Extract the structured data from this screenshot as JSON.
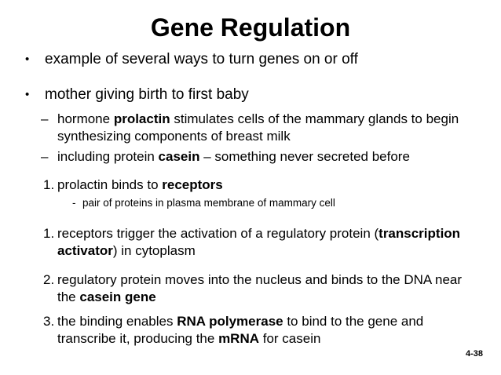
{
  "slide": {
    "title": "Gene Regulation",
    "page_number": "4-38",
    "background_color": "#ffffff",
    "text_color": "#000000"
  },
  "content": [
    {
      "kind": "bullet",
      "marker": "•",
      "segments": [
        {
          "t": "example of several ways to turn genes on or off"
        }
      ]
    },
    {
      "kind": "bullet",
      "marker": "•",
      "segments": [
        {
          "t": "mother giving birth to first baby"
        }
      ]
    },
    {
      "kind": "dash",
      "marker": "–",
      "segments": [
        {
          "t": "hormone "
        },
        {
          "t": "prolactin",
          "b": true
        },
        {
          "t": " stimulates cells of the mammary glands to begin synthesizing components of breast milk"
        }
      ]
    },
    {
      "kind": "dash",
      "marker": "–",
      "segments": [
        {
          "t": "including protein "
        },
        {
          "t": "casein",
          "b": true
        },
        {
          "t": " – something never secreted before"
        }
      ]
    },
    {
      "kind": "numbered",
      "marker": "1.",
      "segments": [
        {
          "t": "prolactin binds to "
        },
        {
          "t": "receptors",
          "b": true
        }
      ]
    },
    {
      "kind": "note",
      "marker": "-",
      "segments": [
        {
          "t": "pair of proteins in plasma membrane of mammary cell"
        }
      ]
    },
    {
      "kind": "numbered",
      "marker": "1.",
      "segments": [
        {
          "t": "receptors trigger the activation of a regulatory protein ("
        },
        {
          "t": "transcription activator",
          "b": true
        },
        {
          "t": ") in cytoplasm"
        }
      ]
    },
    {
      "kind": "numbered",
      "marker": "2.",
      "segments": [
        {
          "t": "regulatory protein moves into the nucleus and binds to the DNA near the "
        },
        {
          "t": "casein gene",
          "b": true
        }
      ]
    },
    {
      "kind": "numbered",
      "marker": "3.",
      "segments": [
        {
          "t": "the binding enables "
        },
        {
          "t": "RNA polymerase",
          "b": true
        },
        {
          "t": " to bind to the gene and transcribe it, producing the "
        },
        {
          "t": "mRNA",
          "b": true
        },
        {
          "t": " for casein"
        }
      ]
    }
  ]
}
